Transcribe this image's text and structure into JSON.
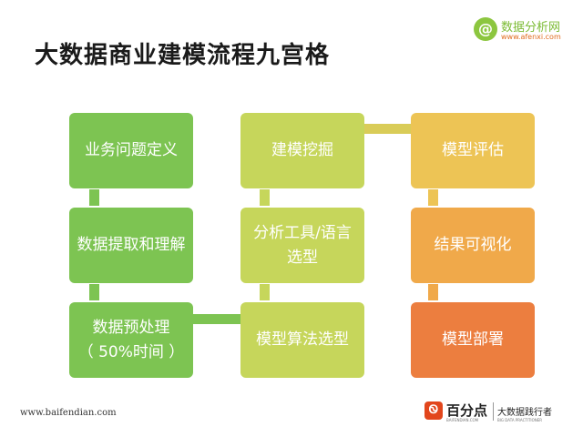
{
  "title": "大数据商业建模流程九宫格",
  "logo": {
    "badge": "@",
    "name": "数据分析网",
    "domain": "www.afenxi.com"
  },
  "colors": {
    "green": "#7dc452",
    "yellow": "#c6d65b",
    "amber": "#edc455",
    "orange_light": "#f0a94a",
    "orange_dark": "#ec7e3f"
  },
  "grid": {
    "col1": [
      {
        "lines": [
          "业务问题定义"
        ]
      },
      {
        "lines": [
          "数据提取和理解"
        ]
      },
      {
        "lines": [
          "数据预处理",
          "（ 50%时间 ）"
        ]
      }
    ],
    "col2": [
      {
        "lines": [
          "建模挖掘"
        ]
      },
      {
        "lines": [
          "分析工具/语言",
          "选型"
        ]
      },
      {
        "lines": [
          "模型算法选型"
        ]
      }
    ],
    "col3": [
      {
        "lines": [
          "模型评估"
        ]
      },
      {
        "lines": [
          "结果可视化"
        ]
      },
      {
        "lines": [
          "模型部署"
        ]
      }
    ]
  },
  "footer": {
    "url": "www.baifendian.com",
    "brand_mark": "Ꮻ",
    "brand_name": "百分点",
    "brand_sub": "BAIFENDIAN.COM",
    "slogan": "大数据践行者",
    "slogan_sub": "BIG DATA PRACTITIONER"
  }
}
